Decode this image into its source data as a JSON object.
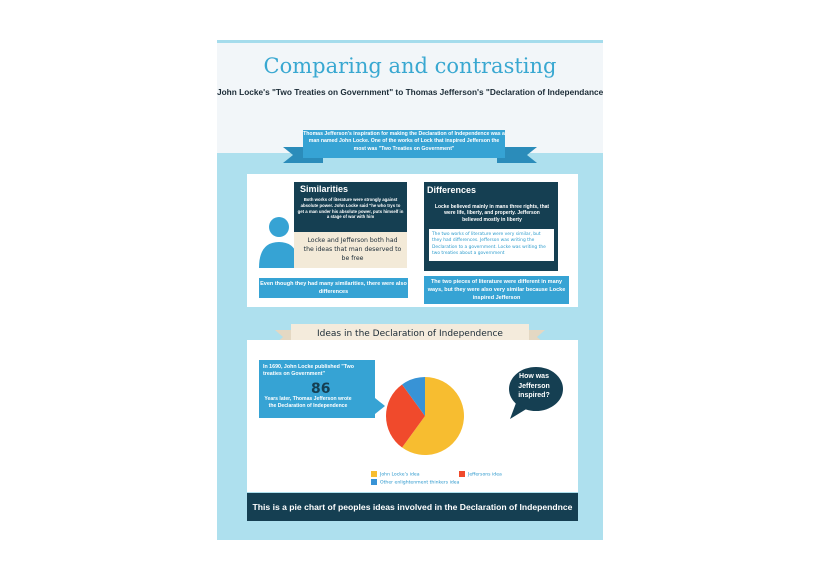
{
  "header": {
    "title": "Comparing and contrasting",
    "subtitle": "John Locke's \"Two Treaties on Government\" to Thomas Jefferson's \"Declaration of Independance\""
  },
  "intro_ribbon": {
    "text": "Thomas Jefferson's inspiration for making the Declaration of Independence was a man named John Locke. One of the works of Lock that inspired Jefferson the most was \"Two Treaties on Government\""
  },
  "similarities": {
    "title": "Similarities",
    "text": "Both works of literature were strongly against absolute power. John Locke said \"he who trys to get a man under his absolute power, puts himself in a stage of war with him",
    "beige_text": "Locke and Jefferson both had the ideas that man deserved to be free",
    "bar_text": "Even though they had many similarities, there were also differences",
    "icon": "person-icon"
  },
  "differences": {
    "title": "Differences",
    "text": "Locke believed mainly in mans three rights, that were life, liberty, and property. Jefferson believed mostly in liberty",
    "white_text": "The two works of literature were very similar, but they had differences. Jefferson was writing the Declaration to a government. Locke was writing the two treaties about a government",
    "bar_text": "The two pieces of literature were different in many ways, but they were also very similar because Locke inspired Jefferson"
  },
  "ideas": {
    "title": "Ideas in the Declaration of Independence",
    "callout_top": "In 1690, John Locke published \"Two treaties on Government\"",
    "callout_number": "86",
    "callout_bottom": "Years later, Thomas Jefferson wrote the Declaration of Independence",
    "bubble": "How was Jefferson inspired?"
  },
  "chart_data": {
    "type": "pie",
    "slices": [
      {
        "name": "John Locke's idea",
        "value": 60,
        "color": "#f7bd30"
      },
      {
        "name": "Jeffersons idea",
        "value": 30,
        "color": "#f04a2c"
      },
      {
        "name": "Other enlightenment thinkers idea",
        "value": 10,
        "color": "#3893d6"
      }
    ],
    "legend_placement": "bottom"
  },
  "footer": {
    "text": "This is a pie chart of peoples ideas involved in the Declaration of Independnce"
  },
  "colors": {
    "accent": "#36a3d4",
    "dark": "#153f52",
    "background": "#aee0ee",
    "beige": "#f3ead8"
  }
}
